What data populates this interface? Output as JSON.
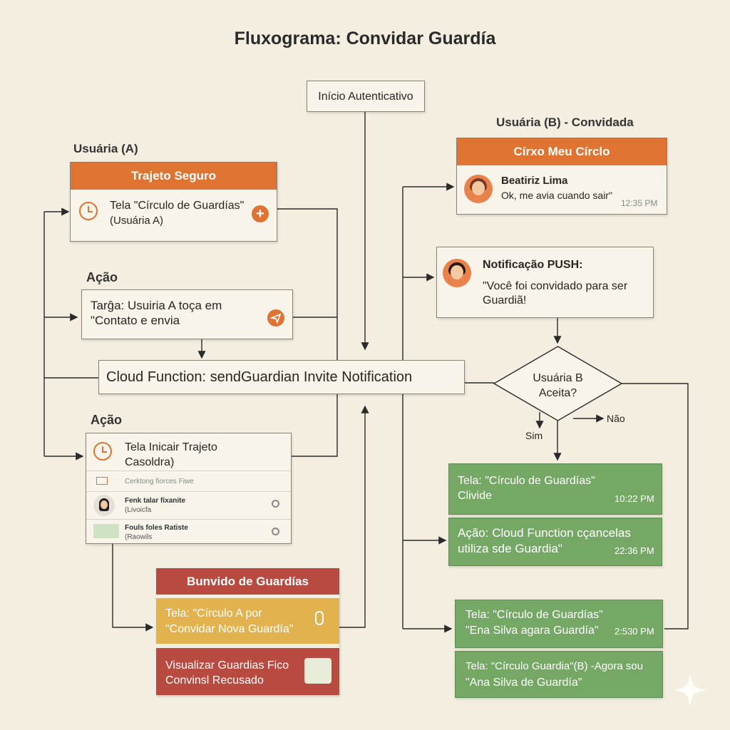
{
  "title": "Fluxograma: Convidar Guardía",
  "start": "Início Autenticativo",
  "label_user_a": "Usuária (A)",
  "label_user_b": "Usuária (B) - Convidada",
  "label_acao1": "Ação",
  "label_acao2": "Ação",
  "trajeto": {
    "header": "Trajeto Seguro",
    "line1": "Tela \"Círculo de Guardías\"",
    "line2": "(Usuária A)"
  },
  "tarefa": {
    "line1": "Tarĝa: Usuiria A toça em",
    "line2": "\"Contato e envia"
  },
  "cloud": "Cloud Function: sendGuardian Invite Notification",
  "iniciar": {
    "line1": "Tela Inicair Trajeto",
    "line2": "Casoldra)",
    "email_row": "Cerktong fiorces Fiwe",
    "contact1_name": "Fenk talar fixanite",
    "contact1_sub": "(Livoicfa",
    "contact2_name": "Fouls foles Ratiste",
    "contact2_sub": "(Raowils"
  },
  "bunvido": {
    "header": "Bunvido de Guardías",
    "item1_line1": "Tela: \"Círculo A por",
    "item1_line2": "\"Convidar Nova Guardía\"",
    "item2_line1": "Visualizar Guardias Fico",
    "item2_line2": "Convinsl Recusado"
  },
  "meu_circulo": {
    "header": "Círxo Meu Círclo",
    "name": "Beatiriz Lima",
    "message": "Ok, me avia cuando sair\"",
    "time": "12:35 PM"
  },
  "push": {
    "title": "Notificação PUSH:",
    "line1": "\"Você foi convidado para ser",
    "line2": "Guardiã!"
  },
  "decision": {
    "line1": "Usuária B",
    "line2": "Aceita?",
    "yes": "Sim",
    "no": "Não"
  },
  "green1": {
    "line1": "Tela: \"Círculo de Guardías\"",
    "line2": "Clivide",
    "time": "10:22 PM"
  },
  "green2": {
    "line1": "Ação: Cloud Function cçancelas",
    "line2": "utiliza sde Guardia\"",
    "time": "22:36 PM"
  },
  "green3": {
    "line1": "Tela: \"Círculo de Guardías\"",
    "line2": "\"Ena Silva agara Guardía\"",
    "time": "2:530 PM"
  },
  "green4": {
    "line1": "Tela: \"Círculo Guardia\"(B) -Agora sou",
    "line2": "\"Ana Silva de Guardía\""
  },
  "colors": {
    "orange": "#df7331",
    "red": "#b84a40",
    "yellow": "#e2b24e",
    "green": "#75a865",
    "background": "#f3eedf"
  }
}
